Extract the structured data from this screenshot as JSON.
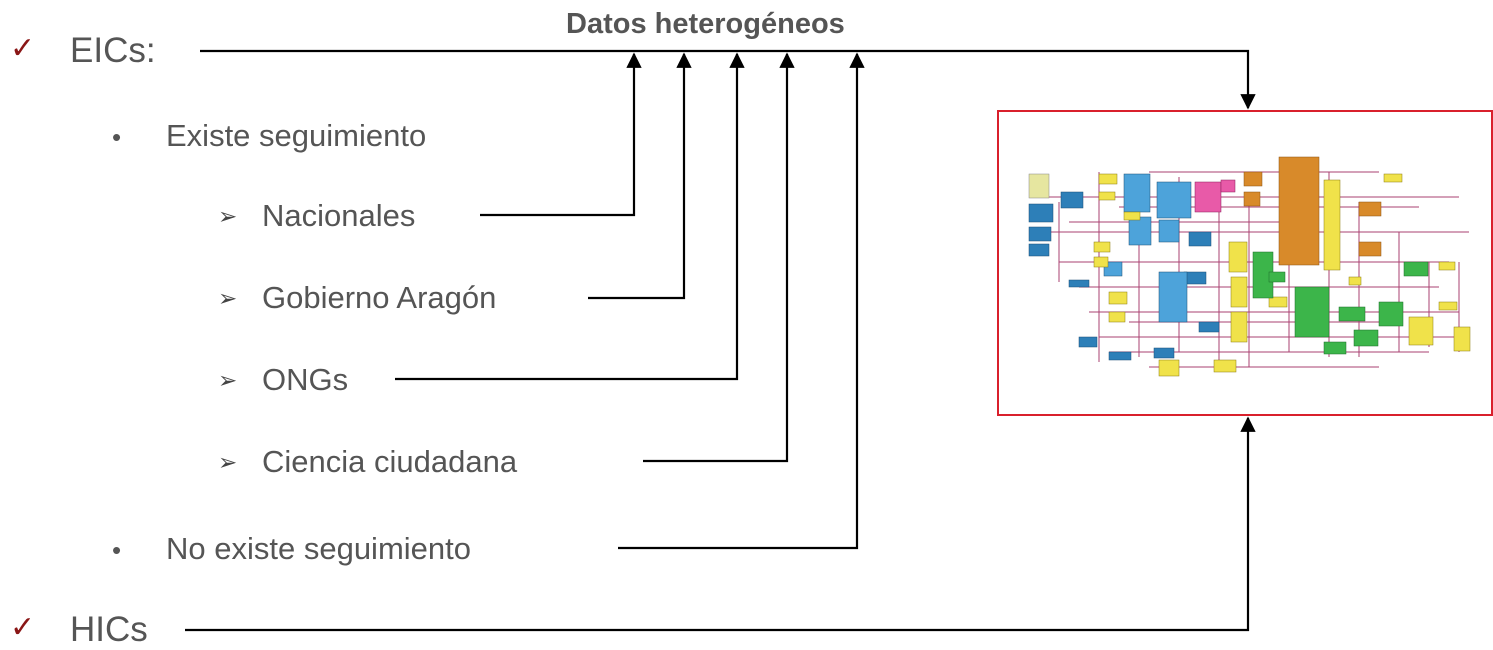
{
  "title": "Datos heterogéneos",
  "items": {
    "eics": "EICs:",
    "existe": "Existe seguimiento",
    "nacionales": "Nacionales",
    "gobierno": "Gobierno Aragón",
    "ongs": "ONGs",
    "ciencia": "Ciencia ciudadana",
    "no_existe": "No existe seguimiento",
    "hics": "HICs"
  },
  "markers": {
    "check": "✓",
    "dot": "•",
    "arrow": "➢"
  },
  "colors": {
    "text": "#555555",
    "check": "#8a1616",
    "connector": "#000000",
    "frame": "#d9202c"
  }
}
